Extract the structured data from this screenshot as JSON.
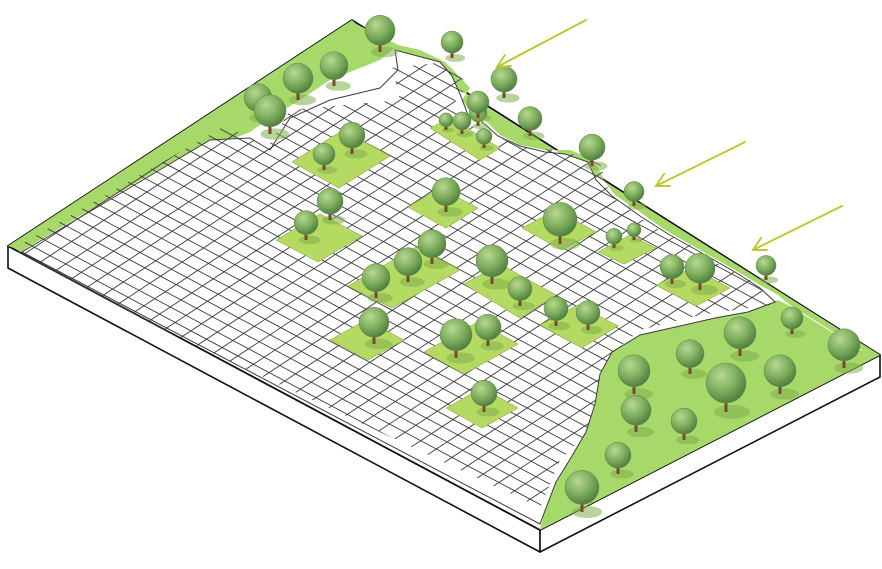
{
  "diagram": {
    "type": "isometric-site-plan",
    "colors": {
      "lawn": "#a7d86a",
      "planting_bed": "#b5da62",
      "paving_lines": "#3c3c3c",
      "slab_edge": "#111111",
      "slab_side": "#ffffff",
      "arrow": "#bcc934",
      "tree_canopy_light": "#8bbd6c",
      "tree_canopy_dark": "#4f7e3f",
      "tree_trunk": "#7a4b2a",
      "shadow": "#7fae4a"
    },
    "elements": [
      "raised-site-slab",
      "paving-grid",
      "green-lawn-border",
      "planting-bed",
      "tree",
      "wind-arrow"
    ],
    "counts": {
      "planting_beds": 14,
      "wind_arrows": 3
    }
  }
}
